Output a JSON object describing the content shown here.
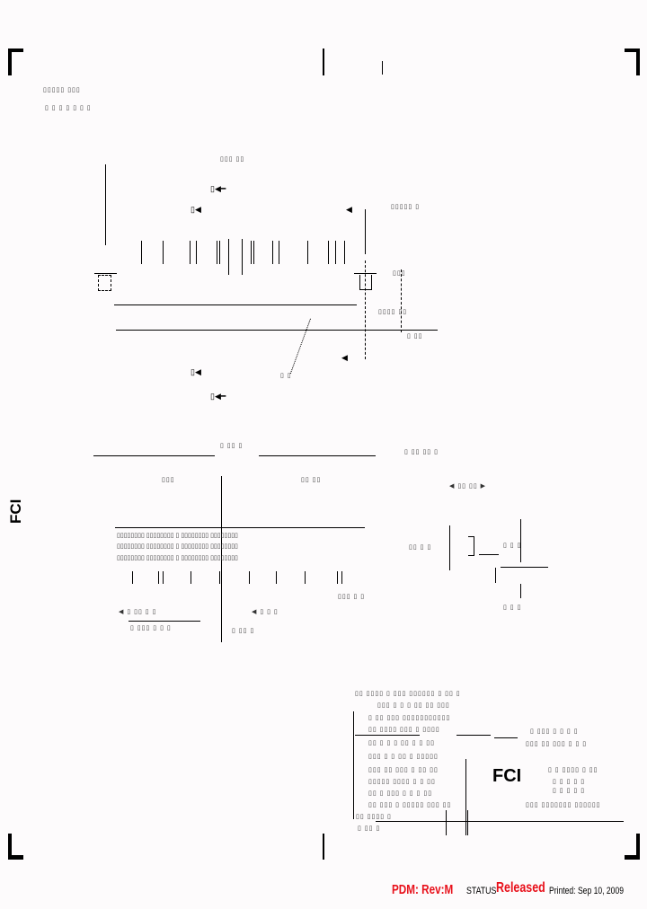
{
  "document": {
    "type": "engineering-drawing",
    "company_logo": "FCI",
    "side_logo": "FCI"
  },
  "status_bar": {
    "pdm_label": "PDM: Rev:M",
    "status_label": "STATUS",
    "status_value": "Released",
    "printed_label": "Printed: Sep 10, 2009",
    "colors": {
      "accent": "#e8101a",
      "text": "#000000"
    }
  },
  "views": {
    "top_view": {
      "description": "connector top view with pins and dimension callouts"
    },
    "side_view": {
      "description": "connector side profile with dimension arrows"
    },
    "front_view": {
      "description": "connector front view, two rows of contacts with center line"
    },
    "detail_view": {
      "description": "pin detail / PCB footprint"
    }
  },
  "title_block": {
    "logo": "FCI"
  }
}
